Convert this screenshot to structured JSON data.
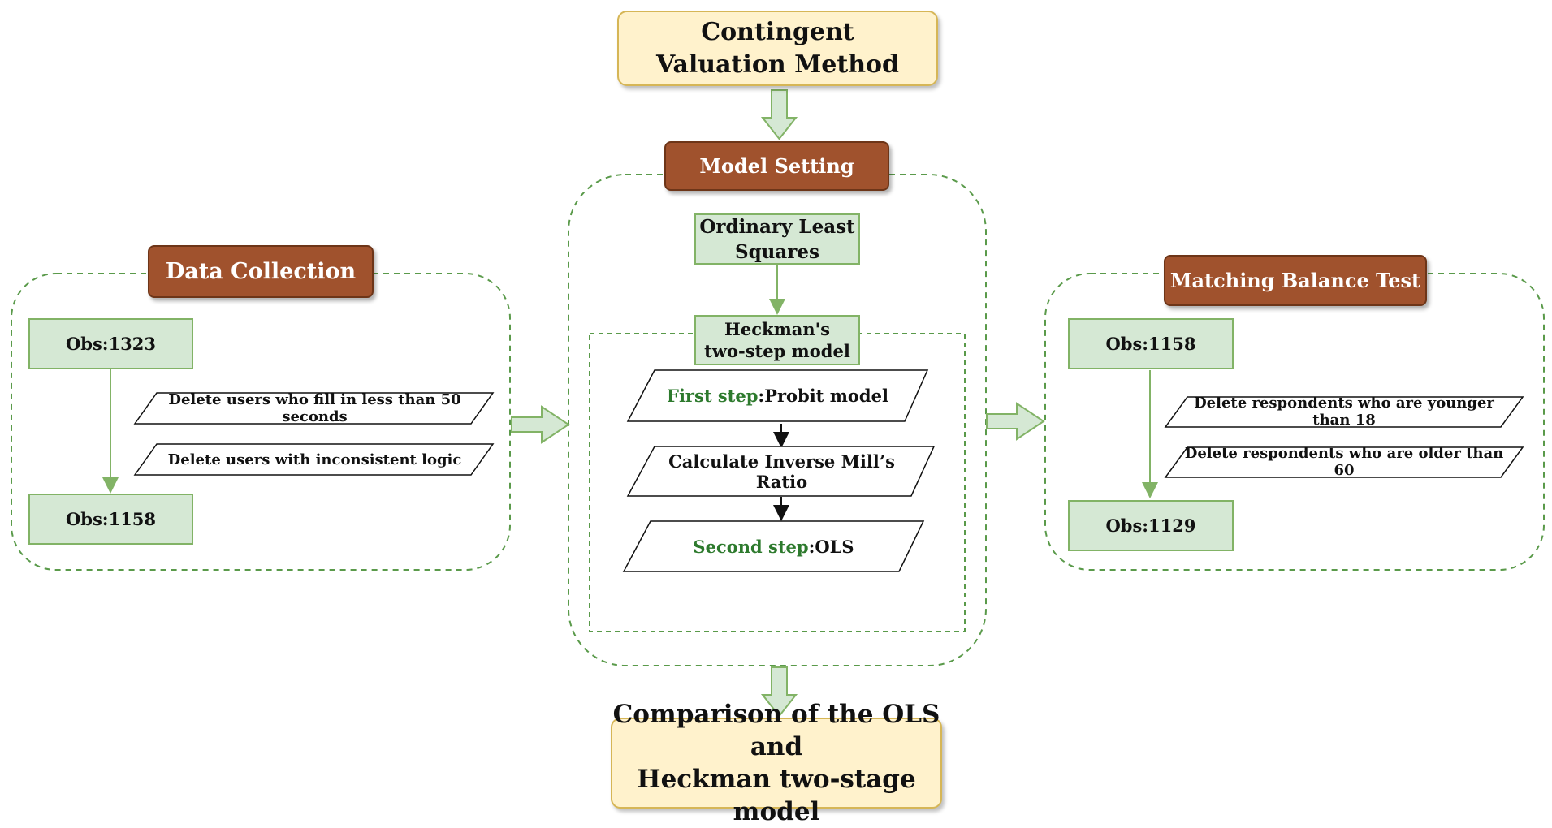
{
  "top": {
    "line1": "Contingent",
    "line2": "Valuation Method"
  },
  "center": {
    "title": "Model Setting",
    "ols": {
      "line1": "Ordinary Least",
      "line2": "Squares"
    },
    "heckman": {
      "line1": "Heckman's",
      "line2": "two-step model"
    },
    "step1": {
      "label": "First step",
      "text": ":Probit model"
    },
    "imr": "Calculate Inverse Mill’s Ratio",
    "step2": {
      "label": "Second step",
      "text": ":OLS"
    }
  },
  "left": {
    "title": "Data Collection",
    "obs_start": "Obs:1323",
    "filter1": "Delete users who fill in less than 50 seconds",
    "filter2": "Delete users with inconsistent logic",
    "obs_end": "Obs:1158"
  },
  "right": {
    "title": "Matching Balance Test",
    "obs_start": "Obs:1158",
    "filter1": "Delete respondents who are younger than 18",
    "filter2": "Delete respondents who are older than 60",
    "obs_end": "Obs:1129"
  },
  "bottom": {
    "line1": "Comparison of the OLS and",
    "line2": "Heckman two-stage model"
  },
  "colors": {
    "title_fill": "#a0522d",
    "box_fill": "#d5e8d4",
    "box_border": "#82b366",
    "start_end_fill": "#fff2cc",
    "group_border": "#5a9a4a",
    "highlight_text": "#2d7a2d"
  }
}
